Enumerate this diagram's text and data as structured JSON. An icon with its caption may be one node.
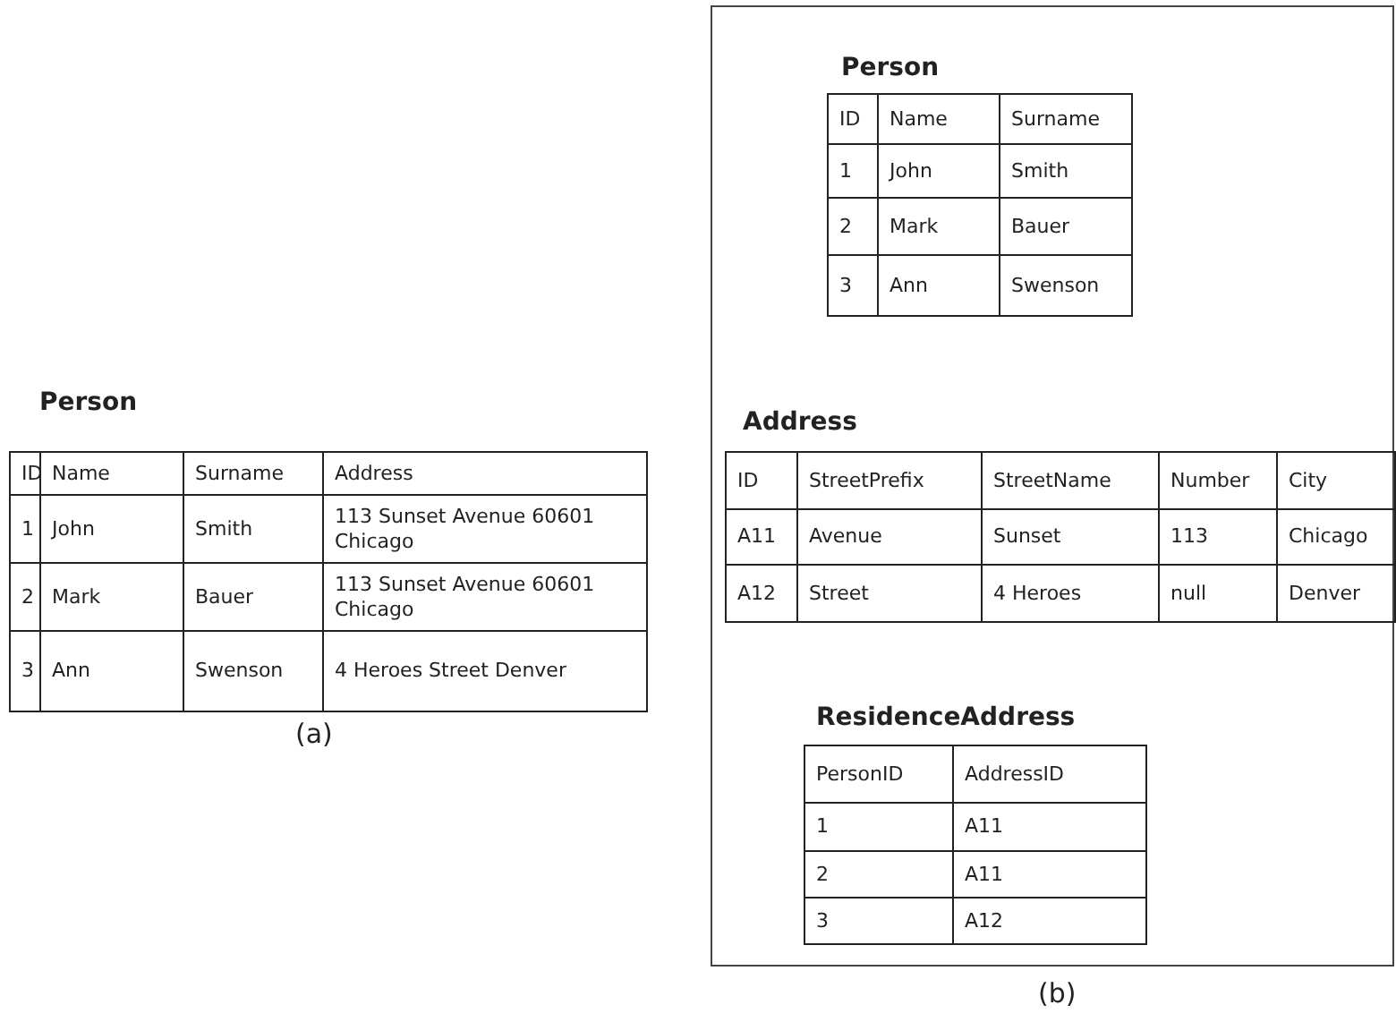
{
  "diagram": {
    "labels": [
      "Person",
      "ID",
      "Name",
      "Surname",
      "Address",
      "1",
      "John",
      "Smith",
      "113 Sunset Avenue 60601 Chicago",
      "2",
      "Mark",
      "Bauer",
      "113 Sunset Avenue 60601 Chicago",
      "3",
      "Ann",
      "Swenson",
      "4 Heroes Street Denver",
      "(a)",
      "Person",
      "ID",
      "Name",
      "Surname",
      "1",
      "John",
      "Smith",
      "2",
      "Mark",
      "Bauer",
      "3",
      "Ann",
      "Swenson",
      "Address",
      "ID",
      "StreetPrefix",
      "StreetName",
      "Number",
      "City",
      "A11",
      "Avenue",
      "Sunset",
      "113",
      "Chicago",
      "A12",
      "Street",
      "4 Heroes",
      "null",
      "Denver",
      "ResidenceAddress",
      "PersonID",
      "AddressID",
      "1",
      "A11",
      "2",
      "A11",
      "3",
      "A12",
      "(b)"
    ]
  }
}
